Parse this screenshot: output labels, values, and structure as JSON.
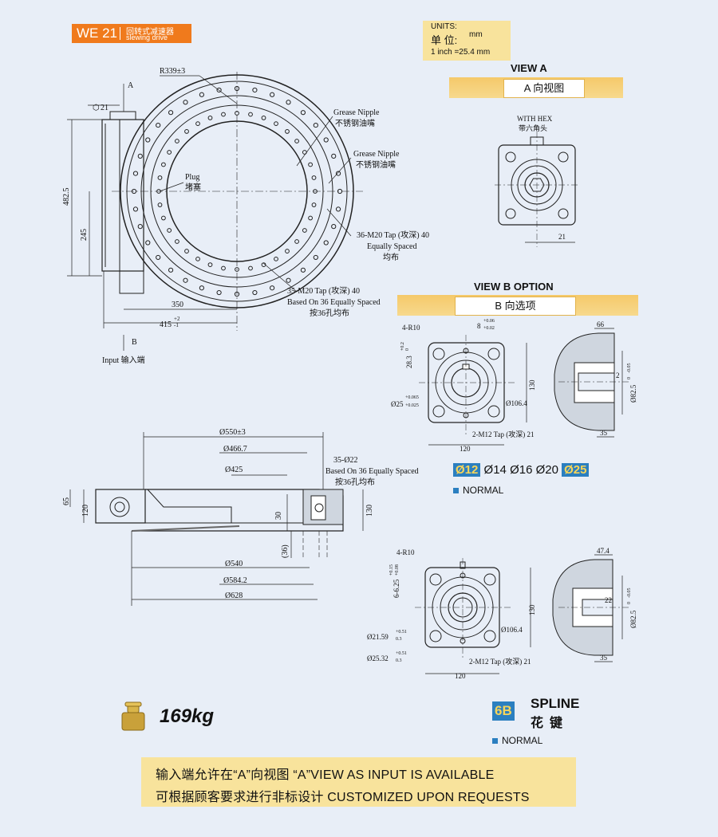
{
  "header": {
    "code": "WE 21",
    "name_cn": "回转式减速器",
    "name_en": "slewing drive"
  },
  "units": {
    "label": "UNITS:",
    "cn": "单 位:",
    "unit": "mm",
    "conversion": "1 inch =25.4 mm"
  },
  "view_a": {
    "title": "VIEW A",
    "subtitle": "A 向视图",
    "hex_en": "WITH HEX",
    "hex_cn": "带六角头",
    "dim_21": "21"
  },
  "view_b": {
    "title": "VIEW B OPTION",
    "subtitle": "B 向选项"
  },
  "main_view": {
    "r339": "R339±3",
    "a": "A",
    "hex21": "21",
    "grease1_en": "Grease Nipple",
    "grease1_cn": "不锈钢油嘴",
    "grease2_en": "Grease Nipple",
    "grease2_cn": "不锈钢油嘴",
    "plug_en": "Plug",
    "plug_cn": "堵塞",
    "d4825": "482.5",
    "d245": "245",
    "tap36_en": "36-M20 Tap (攻深) 40",
    "tap36_eq": "Equally Spaced",
    "tap36_cn": "均布",
    "tap35_en": "35-M20 Tap (攻深) 40",
    "tap35_based": "Based On 36 Equally Spaced",
    "tap35_cn": "按36孔均布",
    "d350": "350",
    "d415": "415",
    "d415_tol": "+2",
    "d415_tol2": "-1",
    "b": "B",
    "input": "Input  输入端"
  },
  "section_view": {
    "d550": "Ø550±3",
    "d4667": "Ø466.7",
    "d425": "Ø425",
    "h22_en": "35-Ø22",
    "h22_based": "Based On 36 Equally Spaced",
    "h22_cn": "按36孔均布",
    "d65": "65",
    "d120": "120",
    "d30": "30",
    "d130": "130",
    "d36": "(36)",
    "d540": "Ø540",
    "d5842": "Ø584.2",
    "d628": "Ø628"
  },
  "key_view": {
    "r10": "4-R10",
    "k8": "8",
    "k8_tol": "+0.06",
    "k8_tol2": "+0.02",
    "k283": "28.3",
    "k283_tol": "+0.2",
    "k283_tol2": "0",
    "d25": "Ø25",
    "d25_tol": "+0.065",
    "d25_tol2": "+0.025",
    "d1064": "Ø106.4",
    "d130": "130",
    "d120": "120",
    "tap_m12": "2-M12 Tap (攻深) 21",
    "s66": "66",
    "s2": "2",
    "s825": "Ø82.5",
    "s825_tol": "0",
    "s825_tol2": "-0.05",
    "s35": "35",
    "sizes": [
      "Ø12",
      "Ø14",
      "Ø16",
      "Ø20",
      "Ø25"
    ],
    "normal": "NORMAL"
  },
  "spline_view": {
    "r10": "4-R10",
    "sp625": "6-6.25",
    "sp625_tol": "+0.15",
    "sp625_tol2": "+0.08",
    "d2159": "Ø21.59",
    "d2159_tol": "+0.51",
    "d2159_tol2": "0.3",
    "d2532": "Ø25.32",
    "d2532_tol": "+0.51",
    "d2532_tol2": "0.3",
    "d1064": "Ø106.4",
    "d130": "130",
    "d120": "120",
    "tap_m12": "2-M12 Tap (攻深) 21",
    "s474": "47.4",
    "s22": "22",
    "s825": "Ø82.5",
    "s825_tol": "0",
    "s825_tol2": "-0.05",
    "s35": "35"
  },
  "weight": {
    "value": "169kg"
  },
  "spline": {
    "code": "6B",
    "en": "SPLINE",
    "cn": "花键",
    "normal": "NORMAL"
  },
  "footer": {
    "line1": "输入端允许在“A”向视图  “A”VIEW AS INPUT IS AVAILABLE",
    "line2": "可根据顾客要求进行非标设计 CUSTOMIZED UPON REQUESTS"
  },
  "colors": {
    "accent_orange": "#f07a1c",
    "chip_blue": "#2b7fc0",
    "chip_text": "#f7d55a",
    "bar_yellow": "#f5c96a",
    "note_yellow": "#f8e39c"
  }
}
